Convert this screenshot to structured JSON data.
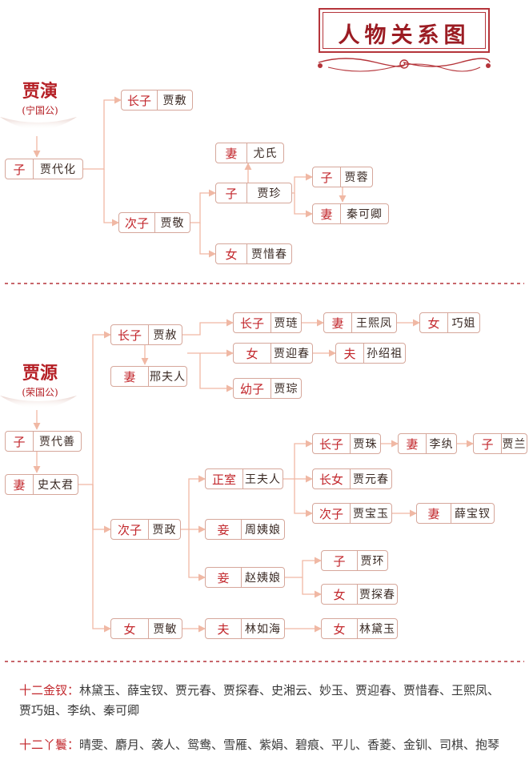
{
  "title": "人物关系图",
  "ancestors": {
    "ningguo": {
      "name": "贾演",
      "title": "(宁国公)"
    },
    "rongguo": {
      "name": "贾源",
      "title": "(荣国公)"
    }
  },
  "nodes": {
    "daihua": {
      "role": "子",
      "name": "贾代化"
    },
    "fu": {
      "role": "长子",
      "name": "贾敷"
    },
    "jing": {
      "role": "次子",
      "name": "贾敬"
    },
    "youshi": {
      "role": "妻",
      "name": "尤氏"
    },
    "zhen": {
      "role": "子",
      "name": "贾珍"
    },
    "xichun": {
      "role": "女",
      "name": "贾惜春"
    },
    "rong": {
      "role": "子",
      "name": "贾蓉"
    },
    "keqing": {
      "role": "妻",
      "name": "秦可卿"
    },
    "daishan": {
      "role": "子",
      "name": "贾代善"
    },
    "shi": {
      "role": "妻",
      "name": "史太君"
    },
    "she": {
      "role": "长子",
      "name": "贾赦"
    },
    "xing": {
      "role": "妻",
      "name": "邢夫人"
    },
    "lian": {
      "role": "长子",
      "name": "贾琏"
    },
    "xifeng": {
      "role": "妻",
      "name": "王熙凤"
    },
    "qiaojie": {
      "role": "女",
      "name": "巧姐"
    },
    "yingchun": {
      "role": "女",
      "name": "贾迎春"
    },
    "sun": {
      "role": "夫",
      "name": "孙绍祖"
    },
    "cong": {
      "role": "幼子",
      "name": "贾琮"
    },
    "zheng": {
      "role": "次子",
      "name": "贾政"
    },
    "wang": {
      "role": "正室",
      "name": "王夫人"
    },
    "zhou": {
      "role": "妾",
      "name": "周姨娘"
    },
    "zhao": {
      "role": "妾",
      "name": "赵姨娘"
    },
    "zhu": {
      "role": "长子",
      "name": "贾珠"
    },
    "liwan": {
      "role": "妻",
      "name": "李纨"
    },
    "lan": {
      "role": "子",
      "name": "贾兰"
    },
    "yuanchun": {
      "role": "长女",
      "name": "贾元春"
    },
    "baoyu": {
      "role": "次子",
      "name": "贾宝玉"
    },
    "baochai": {
      "role": "妻",
      "name": "薛宝钗"
    },
    "huan": {
      "role": "子",
      "name": "贾环"
    },
    "tanchun": {
      "role": "女",
      "name": "贾探春"
    },
    "min": {
      "role": "女",
      "name": "贾敏"
    },
    "ruhai": {
      "role": "夫",
      "name": "林如海"
    },
    "daiyu": {
      "role": "女",
      "name": "林黛玉"
    }
  },
  "lists": {
    "jinchai": {
      "label": "十二金钗：",
      "text": "林黛玉、薛宝钗、贾元春、贾探春、史湘云、妙玉、贾迎春、贾惜春、王熙凤、贾巧姐、李纨、秦可卿"
    },
    "yahuan": {
      "label": "十二丫鬟：",
      "text": "晴雯、麝月、袭人、鸳鸯、雪雁、紫娟、碧痕、平儿、香菱、金钏、司棋、抱琴"
    }
  },
  "colors": {
    "accent_red": "#c2262b",
    "connector": "#f0b8a4",
    "divider": "#b5343a",
    "box_border": "#d6a79b"
  }
}
